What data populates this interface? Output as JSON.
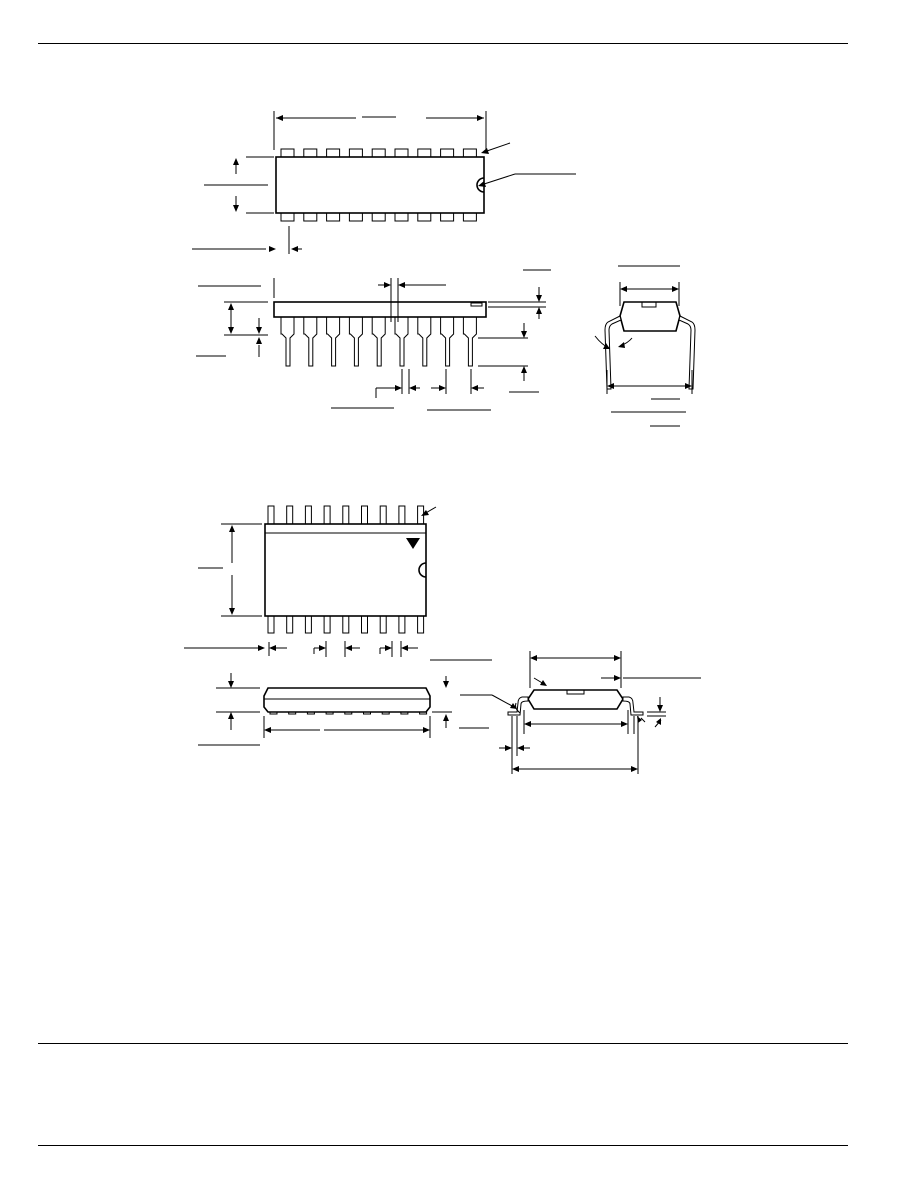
{
  "page": {
    "background": "#ffffff",
    "line_color": "#000000"
  },
  "packages": [
    {
      "name": "dip-package",
      "pin_count": 18,
      "views": [
        "top",
        "side",
        "end"
      ]
    },
    {
      "name": "soic-package",
      "pin_count": 18,
      "views": [
        "top",
        "side",
        "end"
      ]
    }
  ],
  "markings": {
    "pin1_notch": "semicircle-notch",
    "pin1_marker_soic": "triangle-marker"
  }
}
